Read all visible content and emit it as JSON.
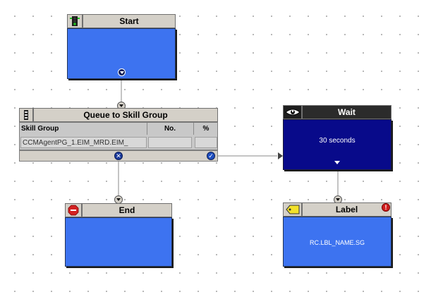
{
  "start_node": {
    "title": "Start",
    "icon": "traffic-light-icon"
  },
  "queue_node": {
    "title": "Queue to Skill Group",
    "icon": "queue-icon",
    "columns": [
      "Skill Group",
      "No.",
      "%"
    ],
    "rows": [
      {
        "skill_group": "CCMAgentPG_1.EIM_MRD.EIM_",
        "no": "",
        "percent": ""
      }
    ],
    "footer_icons": [
      "failure-x-icon",
      "success-check-icon"
    ]
  },
  "end_node": {
    "title": "End",
    "icon": "stop-sign-icon"
  },
  "wait_node": {
    "title": "Wait",
    "icon": "eye-icon",
    "body_text": "30 seconds"
  },
  "label_node": {
    "title": "Label",
    "icon": "label-tag-icon",
    "body_text": "RC.LBL_NAME.SG",
    "badge_icon": "error-badge-icon"
  },
  "colors": {
    "node_blue": "#3d73f0",
    "wait_navy": "#080a8a",
    "title_gray": "#d4d0c8",
    "title_dark": "#2b2b2b"
  }
}
